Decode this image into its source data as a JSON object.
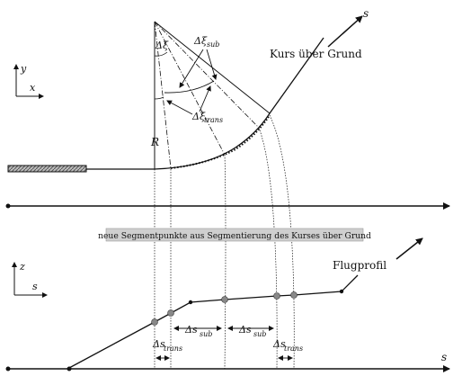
{
  "labels": {
    "axis_s_top": "s",
    "course_label": "Kurs über Grund",
    "coord_y_top": "y",
    "coord_x_top": "x",
    "delta_xi": "Δξ",
    "delta_xi_sub_main": "Δξ",
    "delta_xi_sub_sub": "sub",
    "delta_xi_trans_main": "Δξ",
    "delta_xi_trans_sub": "trans",
    "radius": "R",
    "banner": "neue Segmentpunkte aus Segmentierung des Kurses über Grund",
    "coord_z": "z",
    "coord_s_bottom": "s",
    "profile_label": "Flugprofil",
    "ds_sub_left_main": "Δs",
    "ds_sub_left_sub": "sub",
    "ds_sub_right_main": "Δs",
    "ds_sub_right_sub": "sub",
    "ds_trans_left_main": "Δs",
    "ds_trans_left_sub": "trans",
    "ds_trans_right_main": "Δs",
    "ds_trans_right_sub": "trans",
    "axis_s_bottom": "s"
  },
  "colors": {
    "line": "#111111",
    "banner_fill": "#cfcfcf",
    "marker_fill": "#888888"
  }
}
